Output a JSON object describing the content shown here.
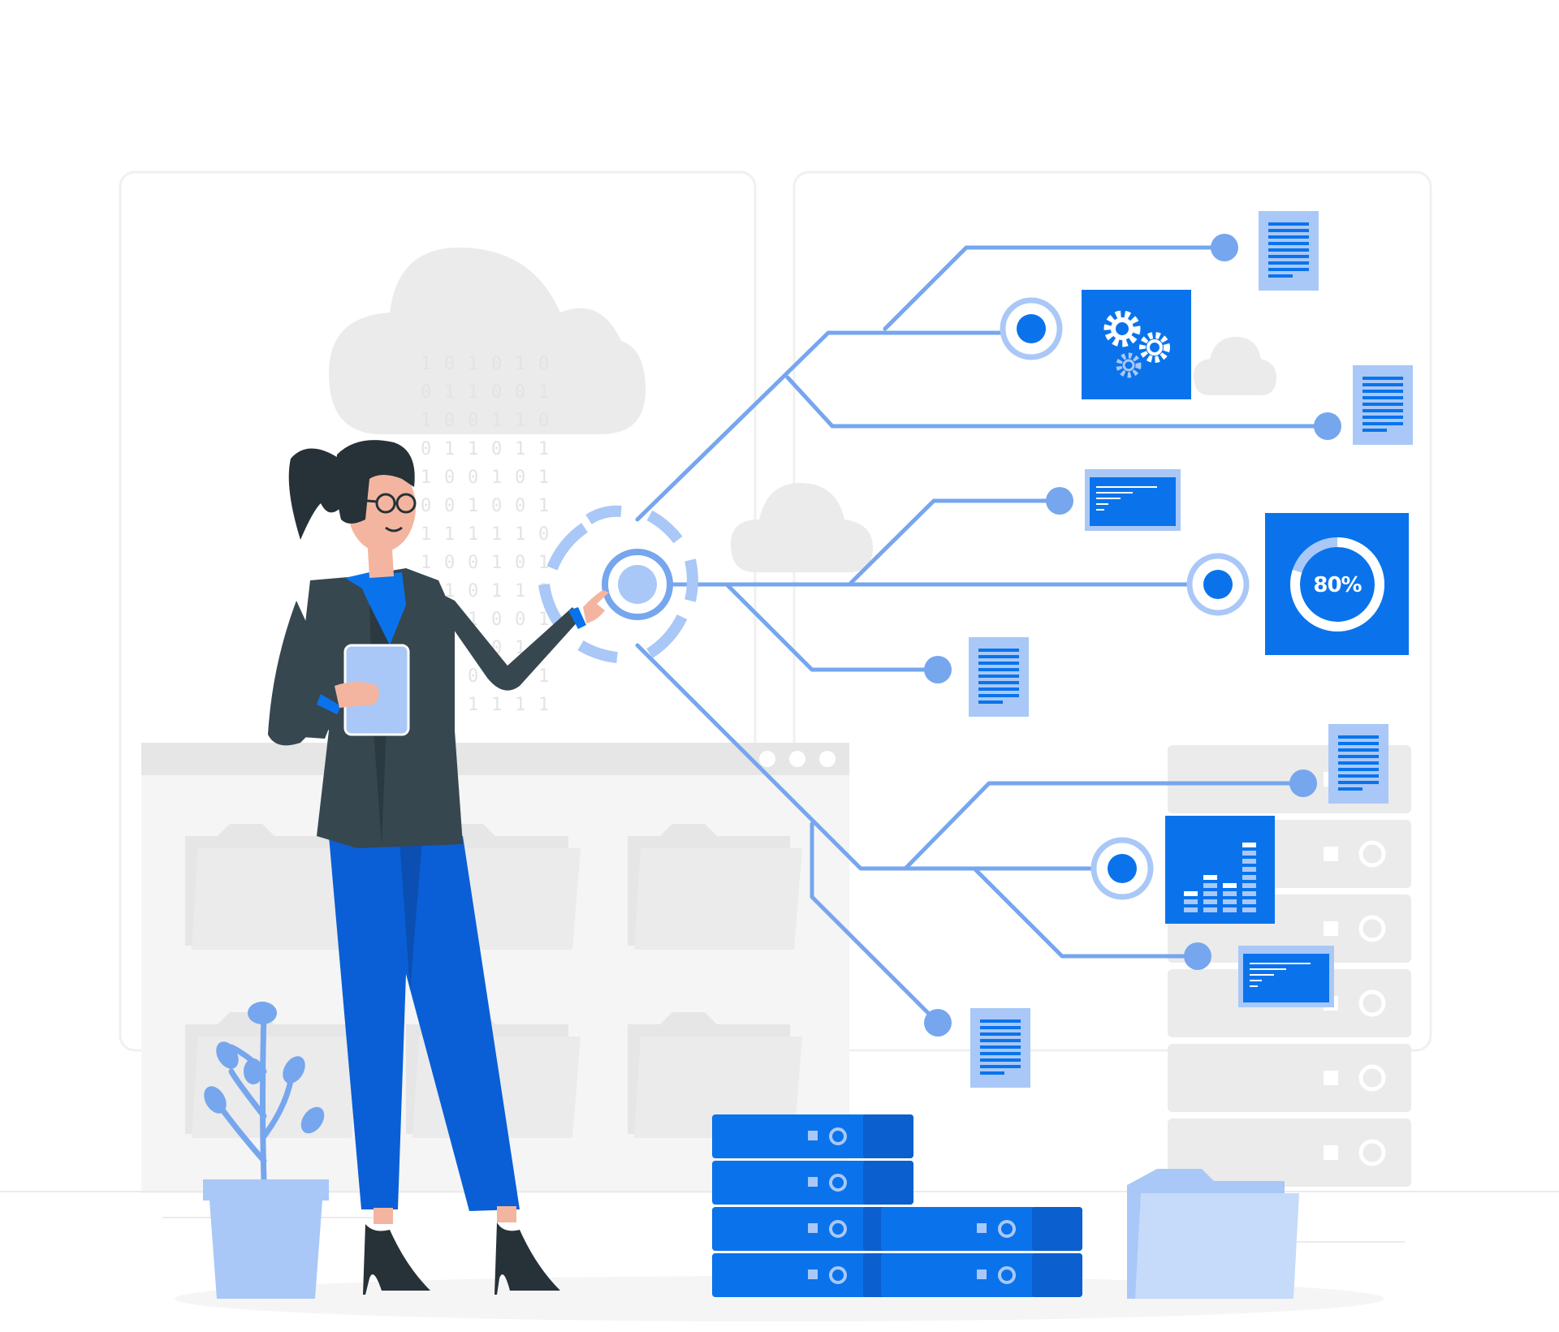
{
  "illustration": {
    "progress_label": "80%",
    "progress_value": 0.8,
    "binary_columns": [
      "1010101101011",
      "0101001010101",
      "1101011001001",
      "0010101110001",
      "1011001010101",
      "0101110101011"
    ]
  },
  "colors": {
    "primary_blue": "#0a73ec",
    "light_blue": "#a9c8f7",
    "line_blue": "#76a6ee",
    "grey_bg": "#ebebeb",
    "grey_panel": "#e6e6e6",
    "suit": "#37474f",
    "skin": "#f4b5a0"
  }
}
